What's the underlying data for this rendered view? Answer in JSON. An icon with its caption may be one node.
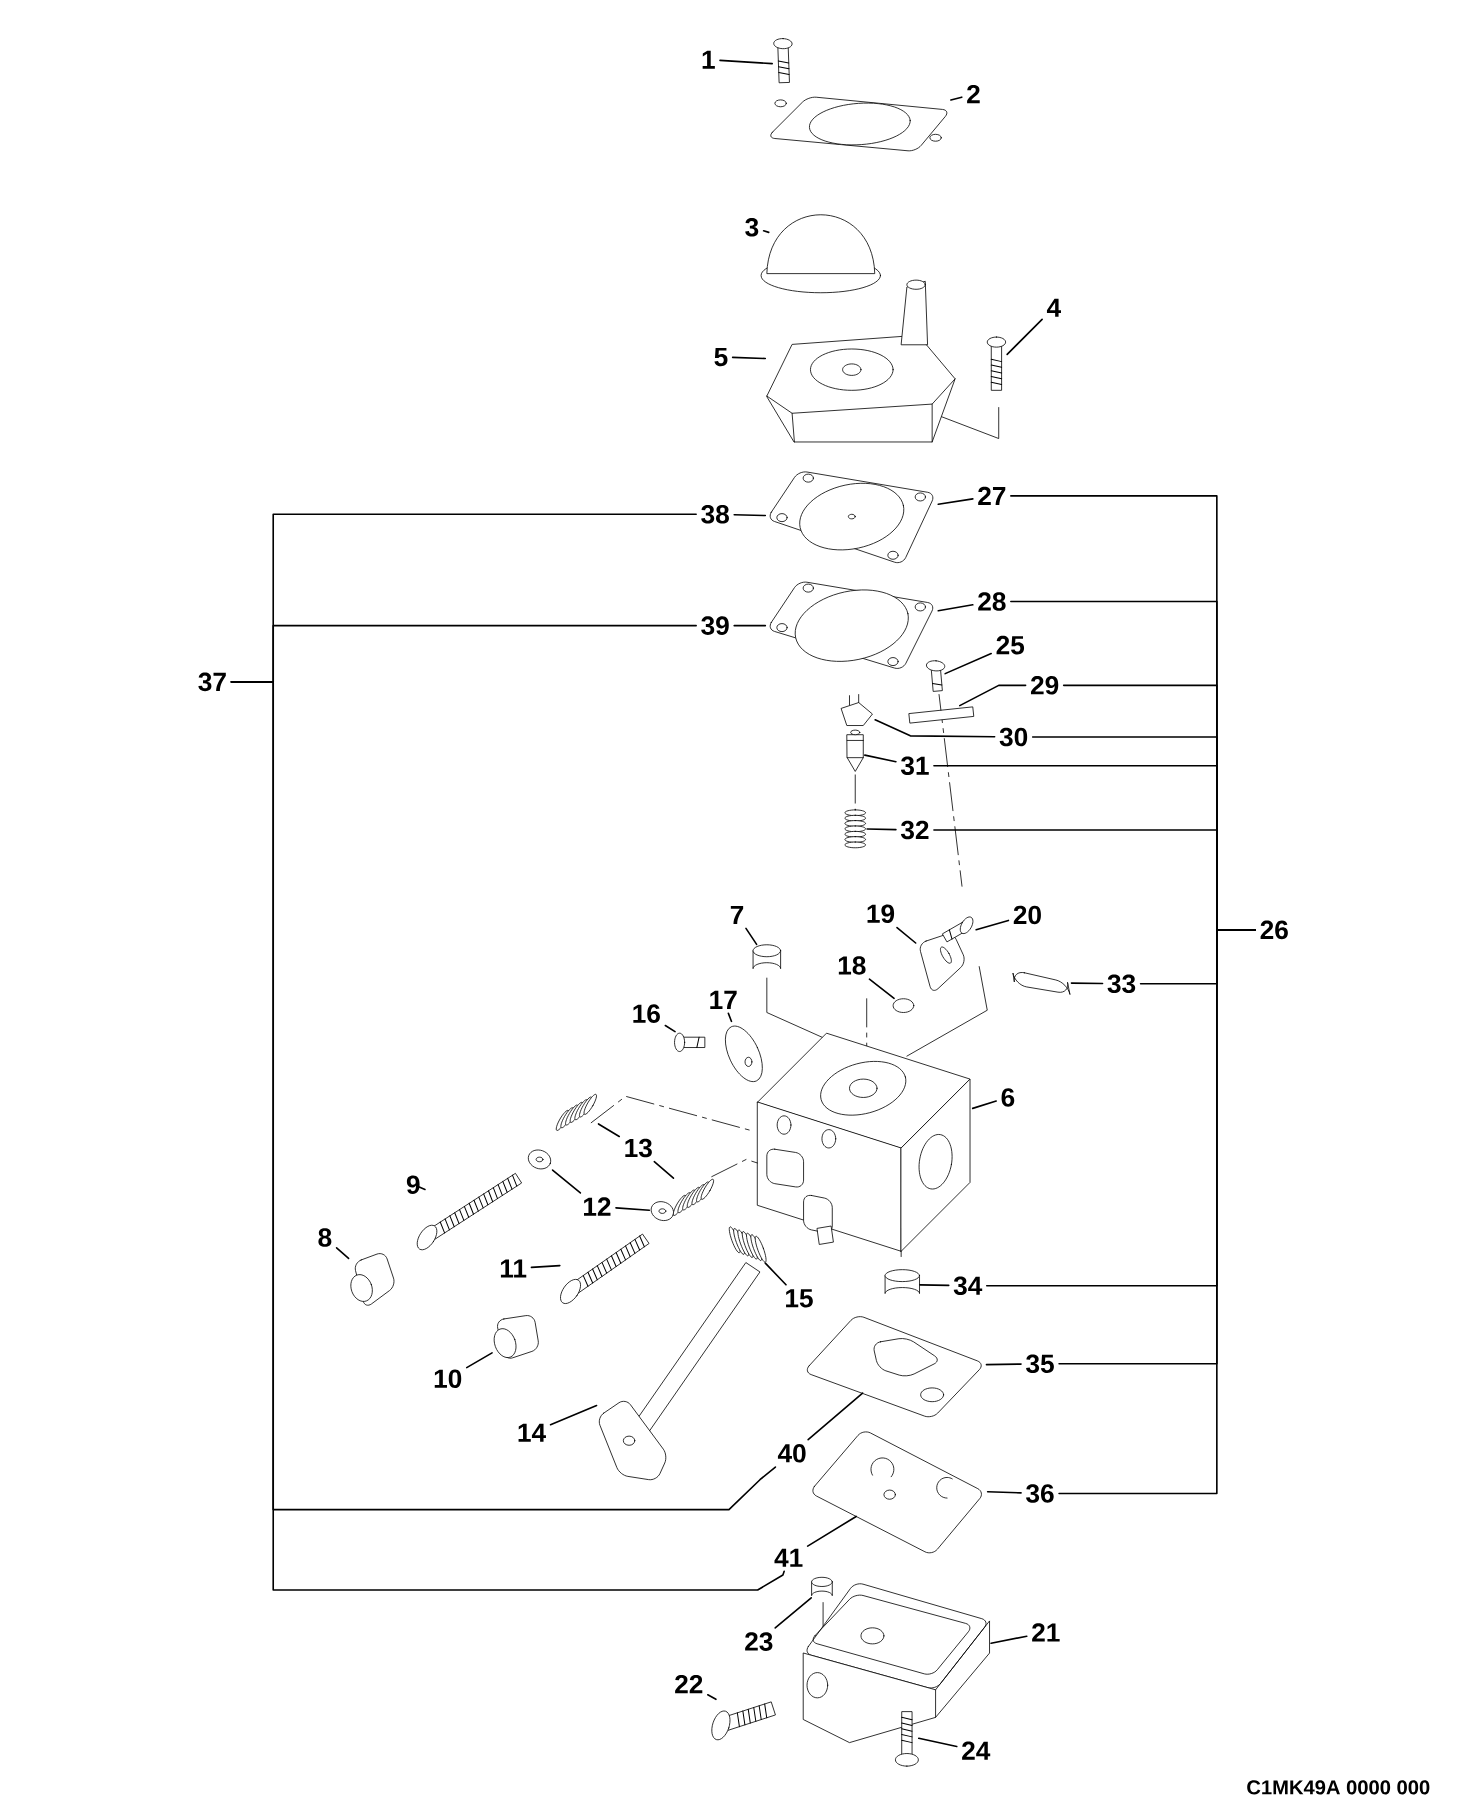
{
  "diagram": {
    "nodes": [
      {
        "text": [
          "1"
        ]
      },
      {
        "text": [
          "2"
        ]
      },
      {
        "text": [
          "3"
        ]
      },
      {
        "text": [
          "4"
        ]
      },
      {
        "text": [
          "5"
        ]
      },
      {
        "text": [
          "6"
        ]
      },
      {
        "text": [
          "7"
        ]
      },
      {
        "text": [
          "8"
        ]
      },
      {
        "text": [
          "9"
        ]
      },
      {
        "text": [
          "10"
        ]
      },
      {
        "text": [
          "11"
        ]
      },
      {
        "text": [
          "12"
        ]
      },
      {
        "text": [
          "13"
        ]
      },
      {
        "text": [
          "14"
        ]
      },
      {
        "text": [
          "15"
        ]
      },
      {
        "text": [
          "16"
        ]
      },
      {
        "text": [
          "17"
        ]
      },
      {
        "text": [
          "18"
        ]
      },
      {
        "text": [
          "19"
        ]
      },
      {
        "text": [
          "20"
        ]
      },
      {
        "text": [
          "21"
        ]
      },
      {
        "text": [
          "22"
        ]
      },
      {
        "text": [
          "23"
        ]
      },
      {
        "text": [
          "24"
        ]
      },
      {
        "text": [
          "25"
        ]
      },
      {
        "text": [
          "26"
        ]
      },
      {
        "text": [
          "27"
        ]
      },
      {
        "text": [
          "28"
        ]
      },
      {
        "text": [
          "29"
        ]
      },
      {
        "text": [
          "30"
        ]
      },
      {
        "text": [
          "31"
        ]
      },
      {
        "text": [
          "32"
        ]
      },
      {
        "text": [
          "33"
        ]
      },
      {
        "text": [
          "34"
        ]
      },
      {
        "text": [
          "35"
        ]
      },
      {
        "text": [
          "36"
        ]
      },
      {
        "text": [
          "37"
        ]
      },
      {
        "text": [
          "38"
        ]
      },
      {
        "text": [
          "39"
        ]
      },
      {
        "text": [
          "40"
        ]
      },
      {
        "text": [
          "41"
        ]
      },
      {
        "text": [],
        "shape": "picture"
      },
      {
        "text": [],
        "shape": "picture"
      },
      {
        "text": [],
        "shape": "picture"
      },
      {
        "text": [],
        "shape": "picture"
      },
      {
        "text": [],
        "shape": "picture"
      },
      {
        "text": [],
        "shape": "picture"
      },
      {
        "text": [],
        "shape": "cylinder"
      },
      {
        "text": [],
        "shape": "picture"
      },
      {
        "text": [],
        "shape": "picture"
      },
      {
        "text": [],
        "shape": "picture"
      },
      {
        "text": [],
        "shape": "picture"
      },
      {
        "text": [],
        "shape": "picture"
      },
      {
        "text": [],
        "shape": "picture"
      },
      {
        "text": [],
        "shape": "picture"
      },
      {
        "text": [],
        "shape": "picture"
      },
      {
        "text": [],
        "shape": "picture"
      },
      {
        "text": [],
        "shape": "picture"
      },
      {
        "text": [],
        "shape": "picture"
      },
      {
        "text": [],
        "shape": "picture"
      },
      {
        "text": [],
        "shape": "circle"
      },
      {
        "text": [],
        "shape": "picture"
      },
      {
        "text": [],
        "shape": "picture"
      },
      {
        "text": [],
        "shape": "picture"
      },
      {
        "text": [],
        "shape": "picture"
      },
      {
        "text": [],
        "shape": "cylinder"
      },
      {
        "text": [],
        "shape": "picture"
      },
      {
        "text": [],
        "shape": "picture"
      },
      {
        "text": [],
        "shape": "picture"
      },
      {
        "text": [],
        "shape": "picture"
      },
      {
        "text": [],
        "shape": "bar"
      },
      {
        "text": [],
        "shape": "picture"
      },
      {
        "text": [],
        "shape": "picture"
      },
      {
        "text": [],
        "shape": "picture"
      },
      {
        "text": [],
        "shape": "picture"
      },
      {
        "text": [],
        "shape": "cylinder"
      },
      {
        "text": [],
        "shape": "picture"
      },
      {
        "text": [],
        "shape": "picture"
      }
    ],
    "edges": [
      {
        "from": 0,
        "to": 41,
        "arrow": "none"
      },
      {
        "from": 1,
        "to": 42,
        "arrow": "none"
      },
      {
        "from": 2,
        "to": 43,
        "arrow": "none"
      },
      {
        "from": 3,
        "to": 44,
        "arrow": "none"
      },
      {
        "from": 4,
        "to": 45,
        "arrow": "none"
      },
      {
        "from": 5,
        "to": 46,
        "arrow": "none"
      },
      {
        "from": 6,
        "to": 47,
        "arrow": "none"
      },
      {
        "from": 7,
        "to": 48,
        "arrow": "none"
      },
      {
        "from": 8,
        "to": 49,
        "arrow": "none"
      },
      {
        "from": 9,
        "to": 50,
        "arrow": "none"
      },
      {
        "from": 10,
        "to": 51,
        "arrow": "none"
      },
      {
        "from": 11,
        "to": 52,
        "arrow": "none"
      },
      {
        "from": 11,
        "to": 53,
        "arrow": "none"
      },
      {
        "from": 12,
        "to": 54,
        "arrow": "none"
      },
      {
        "from": 12,
        "to": 55,
        "arrow": "none"
      },
      {
        "from": 13,
        "to": 56,
        "arrow": "none"
      },
      {
        "from": 14,
        "to": 57,
        "arrow": "none"
      },
      {
        "from": 15,
        "to": 58,
        "arrow": "none"
      },
      {
        "from": 16,
        "to": 59,
        "arrow": "none"
      },
      {
        "from": 17,
        "to": 60,
        "arrow": "none"
      },
      {
        "from": 18,
        "to": 61,
        "arrow": "none"
      },
      {
        "from": 19,
        "to": 62,
        "arrow": "none"
      },
      {
        "from": 20,
        "to": 63,
        "arrow": "none"
      },
      {
        "from": 21,
        "to": 64,
        "arrow": "none"
      },
      {
        "from": 22,
        "to": 65,
        "arrow": "none"
      },
      {
        "from": 23,
        "to": 66,
        "arrow": "none"
      },
      {
        "from": 24,
        "to": 67,
        "arrow": "none"
      },
      {
        "from": 26,
        "to": 68,
        "arrow": "none"
      },
      {
        "from": 27,
        "to": 69,
        "arrow": "none"
      },
      {
        "from": 28,
        "to": 70,
        "arrow": "none"
      },
      {
        "from": 29,
        "to": 71,
        "arrow": "none"
      },
      {
        "from": 30,
        "to": 72,
        "arrow": "none"
      },
      {
        "from": 31,
        "to": 73,
        "arrow": "none"
      },
      {
        "from": 32,
        "to": 74,
        "arrow": "none"
      },
      {
        "from": 33,
        "to": 75,
        "arrow": "none"
      },
      {
        "from": 34,
        "to": 76,
        "arrow": "none"
      },
      {
        "from": 35,
        "to": 77,
        "arrow": "none"
      },
      {
        "from": 37,
        "to": 68,
        "arrow": "none"
      },
      {
        "from": 38,
        "to": 69,
        "arrow": "none"
      },
      {
        "from": 39,
        "to": 76,
        "arrow": "none"
      },
      {
        "from": 40,
        "to": 77,
        "arrow": "none"
      },
      {
        "from": 25,
        "to": 26,
        "arrow": "none"
      },
      {
        "from": 25,
        "to": 27,
        "arrow": "none"
      },
      {
        "from": 25,
        "to": 28,
        "arrow": "none"
      },
      {
        "from": 25,
        "to": 29,
        "arrow": "none"
      },
      {
        "from": 25,
        "to": 30,
        "arrow": "none"
      },
      {
        "from": 25,
        "to": 31,
        "arrow": "none"
      },
      {
        "from": 25,
        "to": 32,
        "arrow": "none"
      },
      {
        "from": 25,
        "to": 33,
        "arrow": "none"
      },
      {
        "from": 25,
        "to": 34,
        "arrow": "none"
      },
      {
        "from": 25,
        "to": 35,
        "arrow": "none"
      },
      {
        "from": 36,
        "to": 37,
        "arrow": "none"
      },
      {
        "from": 36,
        "to": 38,
        "arrow": "none"
      },
      {
        "from": 36,
        "to": 39,
        "arrow": "none"
      },
      {
        "from": 36,
        "to": 40,
        "arrow": "none"
      }
    ],
    "labels": [
      "C1MK49A 0000 000"
    ]
  }
}
